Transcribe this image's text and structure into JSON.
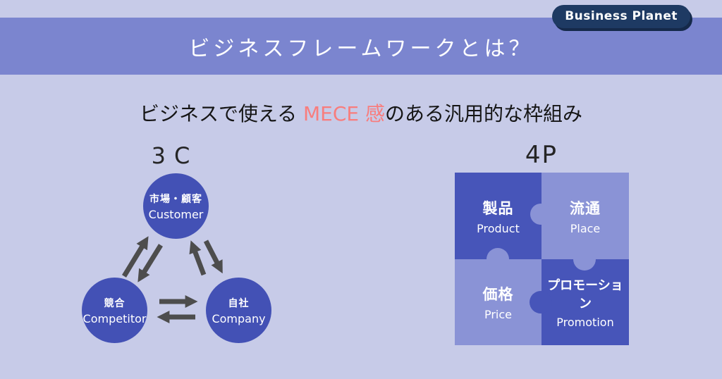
{
  "badge": {
    "label": "Business Planet"
  },
  "header": {
    "title": "ビジネスフレームワークとは？"
  },
  "subtitle": {
    "prefix": "ビジネスで使える ",
    "highlight": "MECE 感",
    "suffix": "のある汎用的な枠組み",
    "highlight_color": "#f87d7d"
  },
  "three_c": {
    "heading": "3C",
    "nodes": [
      {
        "jp": "市場・顧客",
        "en": "Customer"
      },
      {
        "jp": "競合",
        "en": "Competitor"
      },
      {
        "jp": "自社",
        "en": "Company"
      }
    ]
  },
  "four_p": {
    "heading": "4P",
    "pieces": [
      {
        "jp": "製品",
        "en": "Product",
        "tone": "dark"
      },
      {
        "jp": "流通",
        "en": "Place",
        "tone": "light"
      },
      {
        "jp": "価格",
        "en": "Price",
        "tone": "light"
      },
      {
        "jp": "プロモーション",
        "en": "Promotion",
        "tone": "dark"
      }
    ]
  },
  "colors": {
    "background": "#c7cbe8",
    "header_bar": "#7b85cf",
    "badge_bg": "#1e3a63",
    "node_fill": "#4351b5",
    "puzzle_dark": "#4755b9",
    "puzzle_light": "#8a93d6",
    "arrow": "#4d4d4d",
    "highlight": "#f87d7d"
  }
}
